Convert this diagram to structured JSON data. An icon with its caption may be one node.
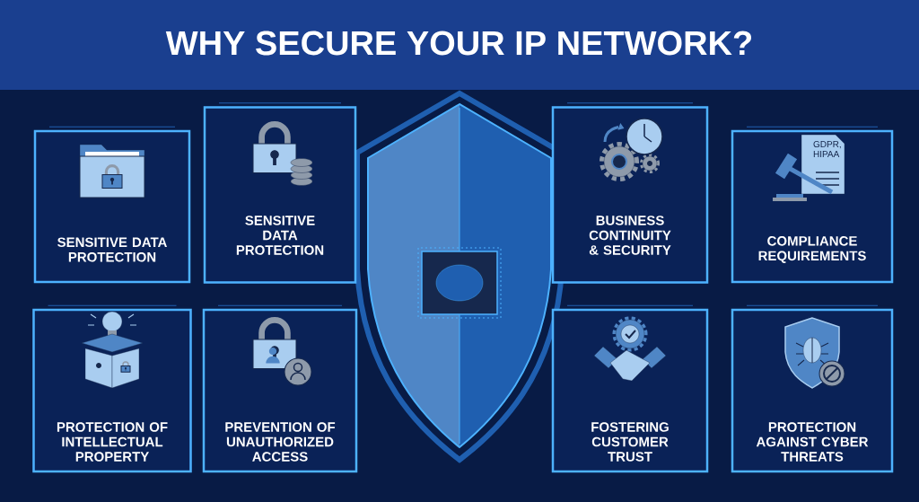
{
  "diagram": {
    "title": "WHY SECURE YOUR IP NETWORK?",
    "nodes": [
      {
        "text": [
          "SENSITIVE DATA PROTECTION"
        ]
      },
      {
        "text": [
          "SENSITIVE DATA PROTECTION"
        ]
      },
      {
        "text": [
          "BUSINESS CONTINUITY & SECURITY"
        ]
      },
      {
        "text": [
          "GDPR, HIPAA",
          "COMPLIANCE REQUIREMENTS"
        ]
      },
      {
        "text": [
          "PROTECTION OF INTELLECTUAL PROPERTY"
        ]
      },
      {
        "text": [
          "PREVENTION OF UNAUTHORIZED ACCESS"
        ]
      },
      {
        "text": [
          "FOSTERING CUSTOMER TRUST"
        ]
      },
      {
        "text": [
          "PROTECTION AGAINST CYBER THREATS"
        ]
      }
    ]
  }
}
